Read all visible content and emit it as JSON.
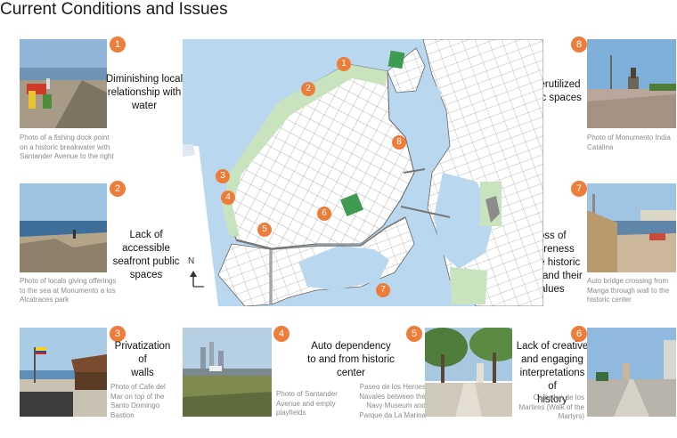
{
  "page": {
    "title": "Current Conditions and Issues"
  },
  "issues": [
    {
      "num": "1",
      "heading_lines": [
        "Diminishing local",
        "relationship with",
        "water"
      ],
      "caption_lines": [
        "Photo of a fishing dock point",
        "on a historic breakwater with",
        "Santander Avenue to the right"
      ]
    },
    {
      "num": "2",
      "heading_lines": [
        "Lack of accessible",
        "seafront public",
        "spaces"
      ],
      "caption_lines": [
        "Photo of locals giving offerings",
        "to the sea at Monumento a los",
        "Alcatraces park"
      ]
    },
    {
      "num": "3",
      "heading_lines": [
        "Privatization of",
        "walls"
      ],
      "caption_lines": [
        "Photo of Cafe del",
        "Mar on top of the",
        "Santo Domingo",
        "Bastion"
      ]
    },
    {
      "num": "4",
      "heading_lines": [],
      "caption_lines": [
        "Photo of Santander",
        "Avenue and empty",
        "playfields"
      ]
    },
    {
      "num": "5",
      "heading_lines": [
        "Auto dependency",
        "to and from historic",
        "center"
      ],
      "caption_lines": [
        "Paseo de los Heroes",
        "Navales between the",
        "Navy Museum and",
        "Parque da La Marina"
      ]
    },
    {
      "num": "6",
      "heading_lines": [
        "Lack of creative",
        "and engaging",
        "interpretations of",
        "history"
      ],
      "caption_lines": [
        "Camellon de los",
        "Martires (Walk of the",
        "Martyrs)"
      ]
    },
    {
      "num": "7",
      "heading_lines": [
        "Loss of awareness",
        "of the historic",
        "walls and their",
        "values"
      ],
      "caption_lines": [
        "Auto bridge crossing from",
        "Manga through wall to the",
        "historic center"
      ]
    },
    {
      "num": "8",
      "heading_lines": [
        "Underutilized",
        "public spaces"
      ],
      "caption_lines": [
        "Photo of Monumento India",
        "Catalina"
      ]
    }
  ],
  "map": {
    "north_label": "N",
    "markers": [
      "1",
      "2",
      "3",
      "4",
      "5",
      "6",
      "7",
      "8"
    ]
  },
  "colors": {
    "accent": "#ee7d3a",
    "water": "#b9d8ef",
    "land": "#ffffff",
    "park": "#c8e3bd",
    "green_block": "#3f9a52"
  }
}
